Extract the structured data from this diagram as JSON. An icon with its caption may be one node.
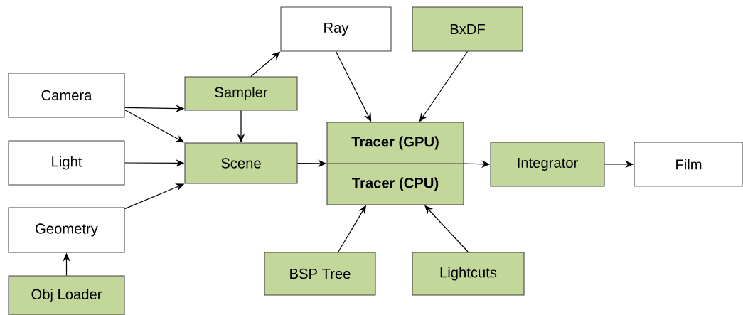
{
  "diagram": {
    "nodes": [
      {
        "text": [
          "Camera"
        ]
      },
      {
        "text": [
          "Light"
        ]
      },
      {
        "text": [
          "Geometry"
        ]
      },
      {
        "text": [
          "Obj Loader"
        ]
      },
      {
        "text": [
          "Sampler"
        ]
      },
      {
        "text": [
          "Scene"
        ]
      },
      {
        "text": [
          "Ray"
        ]
      },
      {
        "text": [
          "BxDF"
        ]
      },
      {
        "text": [
          "Tracer (GPU)",
          "Tracer (CPU)"
        ]
      },
      {
        "text": [
          "Integrator"
        ]
      },
      {
        "text": [
          "Film"
        ]
      },
      {
        "text": [
          "BSP Tree"
        ]
      },
      {
        "text": [
          "Lightcuts"
        ]
      }
    ],
    "edges": [
      {
        "from": 0,
        "to": 4,
        "arrow": "to"
      },
      {
        "from": 0,
        "to": 5,
        "arrow": "to"
      },
      {
        "from": 1,
        "to": 5,
        "arrow": "to"
      },
      {
        "from": 2,
        "to": 5,
        "arrow": "to"
      },
      {
        "from": 3,
        "to": 2,
        "arrow": "to"
      },
      {
        "from": 4,
        "to": 5,
        "arrow": "to"
      },
      {
        "from": 4,
        "to": 6,
        "arrow": "to"
      },
      {
        "from": 6,
        "to": 8,
        "arrow": "to"
      },
      {
        "from": 7,
        "to": 8,
        "arrow": "to"
      },
      {
        "from": 5,
        "to": 8,
        "arrow": "to"
      },
      {
        "from": 8,
        "to": 9,
        "arrow": "to"
      },
      {
        "from": 9,
        "to": 10,
        "arrow": "to"
      },
      {
        "from": 11,
        "to": 8,
        "arrow": "to"
      },
      {
        "from": 12,
        "to": 8,
        "arrow": "to"
      }
    ]
  }
}
